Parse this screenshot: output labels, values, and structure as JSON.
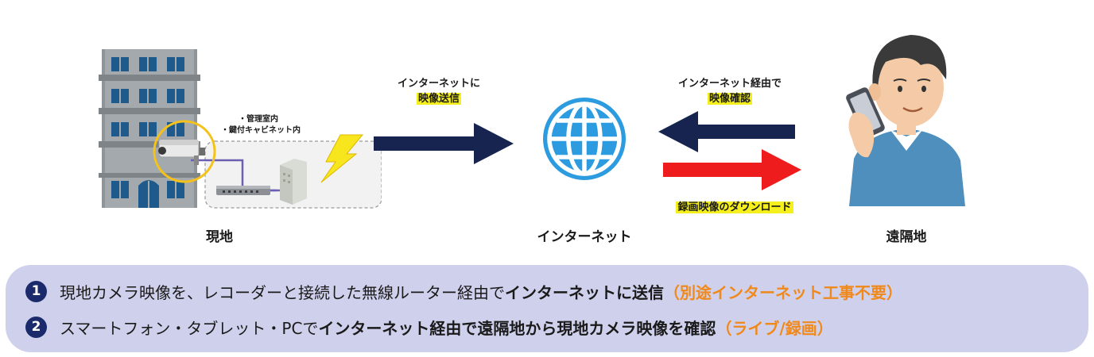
{
  "site": {
    "label": "現地",
    "location_note_1": "・管理室内",
    "location_note_2": "・鍵付キャビネット内"
  },
  "internet": {
    "label": "インターネット"
  },
  "remote": {
    "label": "遠隔地"
  },
  "send_caption": {
    "line1": "インターネットに",
    "line2": "映像送信"
  },
  "view_caption": {
    "line1": "インターネット経由で",
    "line2": "映像確認"
  },
  "download_caption": "録画映像のダウンロード",
  "colors": {
    "navy_arrow": "#16244f",
    "red_arrow": "#ee1c1c",
    "highlight": "#f5ef1e",
    "globe": "#2d9be0",
    "panel_bg": "#cfd0ec",
    "orange_text": "#f0891a"
  },
  "icons": [
    "building-icon",
    "camera-icon",
    "router-icon",
    "lightning-icon",
    "globe-icon",
    "person-with-phone-icon"
  ],
  "summary": {
    "item1": {
      "number": "1",
      "text_normal": "現地カメラ映像を、レコーダーと接続した無線ルーター経由で",
      "text_strong": "インターネットに送信",
      "text_orange": "（別途インターネット工事不要）"
    },
    "item2": {
      "number": "2",
      "text_normal": "スマートフォン・タブレット・PCで",
      "text_strong": "インターネット経由で遠隔地から現地カメラ映像を確認",
      "text_orange": "（ライブ/録画）"
    }
  }
}
